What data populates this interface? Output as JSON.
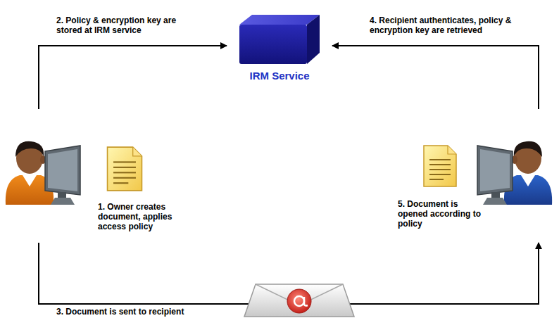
{
  "diagram": {
    "nodes": [
      {
        "text": [
          "1. Owner creates document, applies access policy"
        ]
      },
      {
        "text": [
          "IRM Service"
        ]
      },
      {
        "text": [
          "5. Document is opened according to policy"
        ]
      }
    ],
    "edges": [
      {
        "from": 0,
        "to": 1,
        "label": "2. Policy & encryption key are stored at IRM service",
        "arrow": "to"
      },
      {
        "from": 0,
        "to": 2,
        "label": "3. Document is sent to recipient",
        "arrow": "to"
      },
      {
        "from": 2,
        "to": 1,
        "label": "4. Recipient authenticates, policy & encryption key are retrieved",
        "arrow": "to"
      }
    ]
  }
}
